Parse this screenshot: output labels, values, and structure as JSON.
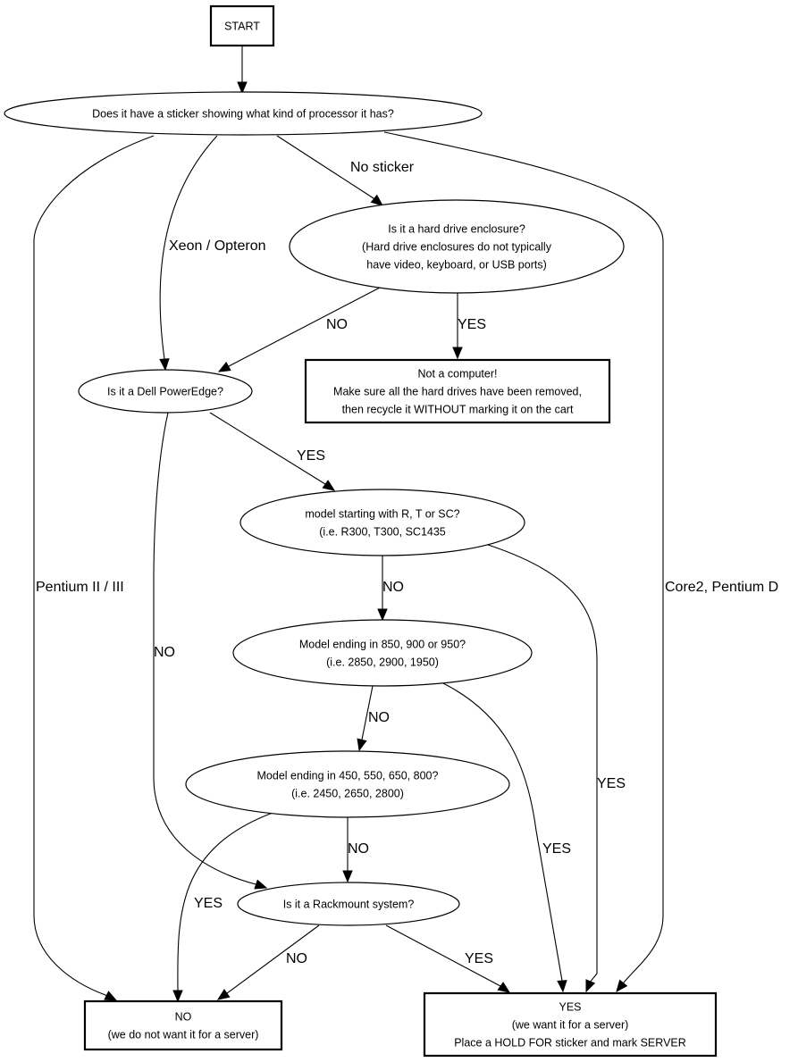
{
  "diagram": {
    "type": "flowchart",
    "nodes": {
      "start": {
        "shape": "box",
        "lines": [
          "START"
        ]
      },
      "sticker": {
        "shape": "ellipse",
        "lines": [
          "Does it have a sticker showing what kind of processor it has?"
        ]
      },
      "enclosure": {
        "shape": "ellipse",
        "lines": [
          "Is it a hard drive enclosure?",
          "(Hard drive enclosures do not typically",
          "have video, keyboard, or USB ports)"
        ]
      },
      "not_computer": {
        "shape": "box",
        "lines": [
          "Not a computer!",
          "Make sure all the hard drives have been removed,",
          "then recycle it WITHOUT marking it on the cart"
        ]
      },
      "poweredge": {
        "shape": "ellipse",
        "lines": [
          "Is it a Dell PowerEdge?"
        ]
      },
      "rtsc": {
        "shape": "ellipse",
        "lines": [
          "model starting with R, T or SC?",
          "(i.e. R300, T300, SC1435"
        ]
      },
      "m850": {
        "shape": "ellipse",
        "lines": [
          "Model ending in 850, 900 or 950?",
          "(i.e. 2850, 2900, 1950)"
        ]
      },
      "m450": {
        "shape": "ellipse",
        "lines": [
          "Model ending in 450, 550, 650, 800?",
          "(i.e. 2450, 2650, 2800)"
        ]
      },
      "rackmount": {
        "shape": "ellipse",
        "lines": [
          "Is it a Rackmount system?"
        ]
      },
      "no_result": {
        "shape": "box",
        "lines": [
          "NO",
          "(we do not want it for a server)"
        ]
      },
      "yes_result": {
        "shape": "box",
        "lines": [
          "YES",
          "(we want it for a server)",
          "Place a HOLD FOR sticker and mark SERVER"
        ]
      }
    },
    "edges": [
      {
        "from": "start",
        "to": "sticker",
        "label": ""
      },
      {
        "from": "sticker",
        "to": "enclosure",
        "label": "No sticker"
      },
      {
        "from": "sticker",
        "to": "poweredge",
        "label": "Xeon / Opteron"
      },
      {
        "from": "sticker",
        "to": "no_result",
        "label": "Pentium II / III"
      },
      {
        "from": "sticker",
        "to": "yes_result",
        "label": "Core2, Pentium D"
      },
      {
        "from": "enclosure",
        "to": "poweredge",
        "label": "NO"
      },
      {
        "from": "enclosure",
        "to": "not_computer",
        "label": "YES"
      },
      {
        "from": "poweredge",
        "to": "rtsc",
        "label": "YES"
      },
      {
        "from": "poweredge",
        "to": "rackmount",
        "label": "NO"
      },
      {
        "from": "rtsc",
        "to": "m850",
        "label": "NO"
      },
      {
        "from": "rtsc",
        "to": "yes_result",
        "label": "YES"
      },
      {
        "from": "m850",
        "to": "m450",
        "label": "NO"
      },
      {
        "from": "m850",
        "to": "yes_result",
        "label": "YES"
      },
      {
        "from": "m450",
        "to": "rackmount",
        "label": "NO"
      },
      {
        "from": "m450",
        "to": "no_result",
        "label": "YES"
      },
      {
        "from": "rackmount",
        "to": "no_result",
        "label": "NO"
      },
      {
        "from": "rackmount",
        "to": "yes_result",
        "label": "YES"
      }
    ]
  }
}
